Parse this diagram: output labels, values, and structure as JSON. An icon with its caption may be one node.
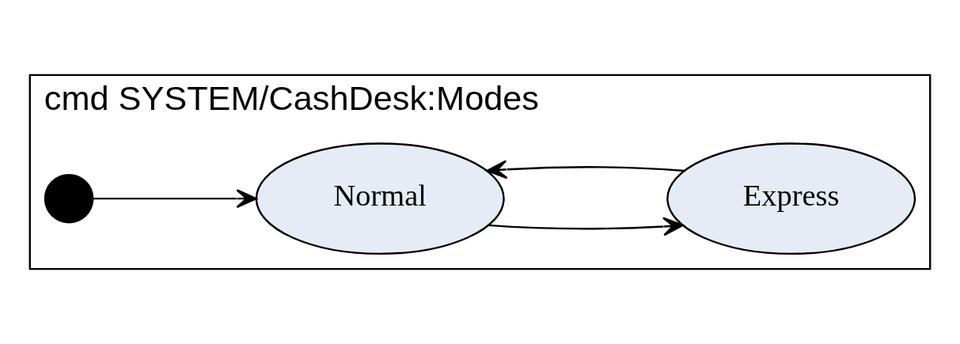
{
  "diagram": {
    "nodes": [
      {
        "text": [
          "cmd SYSTEM/CashDesk:Modes"
        ]
      },
      {
        "text": [],
        "shape": "circle",
        "in": 0
      },
      {
        "text": [
          "Normal"
        ],
        "in": 0
      },
      {
        "text": [
          "Express"
        ],
        "in": 0
      }
    ],
    "edges": [
      {
        "from": 1,
        "to": 2,
        "arrow": "to"
      },
      {
        "from": 2,
        "to": 3,
        "arrow": "to"
      },
      {
        "from": 3,
        "to": 2,
        "arrow": "to"
      }
    ]
  }
}
